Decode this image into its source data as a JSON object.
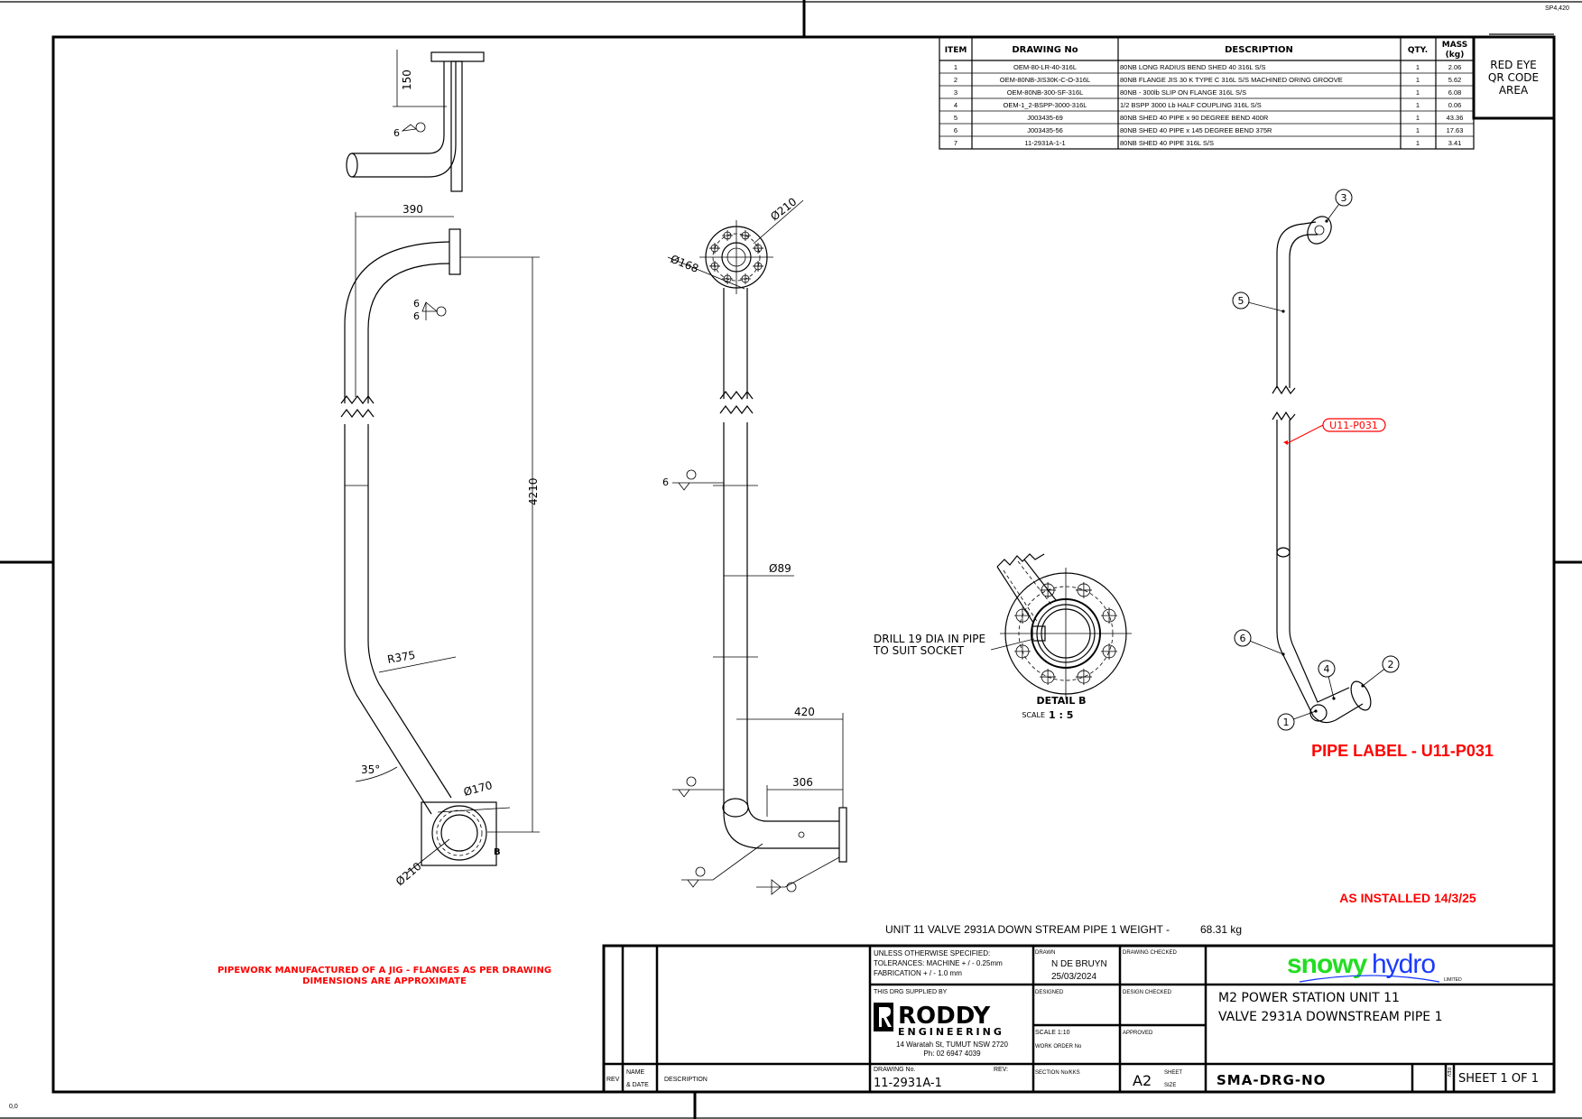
{
  "sheet": {
    "corner_ref": "SP4,420",
    "origin_label": "0,0"
  },
  "bom": {
    "headers": {
      "item": "ITEM",
      "drawing_no": "DRAWING No",
      "description": "DESCRIPTION",
      "qty": "QTY.",
      "mass": "MASS",
      "mass_unit": "(kg)"
    },
    "rows": [
      {
        "item": "1",
        "drawing_no": "OEM-80-LR-40-316L",
        "description": "80NB LONG RADIUS BEND SHED 40 316L S/S",
        "qty": "1",
        "mass": "2.06"
      },
      {
        "item": "2",
        "drawing_no": "OEM-80NB-JIS30K-C-O-316L",
        "description": "80NB FLANGE JIS 30 K TYPE C 316L S/S MACHINED ORING GROOVE",
        "qty": "1",
        "mass": "5.62"
      },
      {
        "item": "3",
        "drawing_no": "OEM-80NB-300-SF-316L",
        "description": "80NB - 300lb SLIP ON FLANGE 316L S/S",
        "qty": "1",
        "mass": "6.08"
      },
      {
        "item": "4",
        "drawing_no": "OEM-1_2-BSPP-3000-316L",
        "description": "1/2 BSPP 3000 Lb HALF COUPLING 316L S/S",
        "qty": "1",
        "mass": "0.06"
      },
      {
        "item": "5",
        "drawing_no": "J003435-69",
        "description": "80NB SHED 40 PIPE x 90 DEGREE BEND 400R",
        "qty": "1",
        "mass": "43.36"
      },
      {
        "item": "6",
        "drawing_no": "J003435-56",
        "description": "80NB SHED 40 PIPE x 145 DEGREE BEND 375R",
        "qty": "1",
        "mass": "17.63"
      },
      {
        "item": "7",
        "drawing_no": "11-2931A-1-1",
        "description": "80NB SHED 40 PIPE 316L S/S",
        "qty": "1",
        "mass": "3.41"
      }
    ]
  },
  "qr_area": {
    "line1": "RED EYE",
    "line2": "QR CODE",
    "line3": "AREA"
  },
  "views": {
    "top": {
      "dim_150": "150",
      "weld": "6"
    },
    "side": {
      "dim_390": "390",
      "dim_4210": "4210",
      "radius": "R375",
      "angle": "35°",
      "dia_170": "Ø170",
      "dia_210": "Ø210",
      "detail_ref": "B",
      "weld_a": "6",
      "weld_b": "6"
    },
    "front": {
      "dia_210": "Ø210",
      "dia_168": "Ø168",
      "dia_89": "Ø89",
      "dim_420": "420",
      "dim_306": "306",
      "weld": "6"
    },
    "detail_b": {
      "note_line1": "DRILL 19 DIA IN PIPE",
      "note_line2": "TO SUIT SOCKET",
      "title": "DETAIL B",
      "scale_label": "SCALE",
      "scale_value": "1 : 5"
    },
    "iso": {
      "balloons": [
        "1",
        "2",
        "3",
        "4",
        "5",
        "6"
      ],
      "pipe_tag": "U11-P031",
      "pipe_label": "PIPE LABEL - U11-P031"
    }
  },
  "notes": {
    "as_installed": "AS INSTALLED 14/3/25",
    "weight_text": "UNIT 11 VALVE 2931A DOWN STREAM PIPE 1 WEIGHT -",
    "weight_value": "68.31 kg",
    "jig_line1": "PIPEWORK MANUFACTURED OF A JIG - FLANGES AS PER DRAWING",
    "jig_line2": "DIMENSIONS ARE APPROXIMATE"
  },
  "title_block": {
    "rev_label": "REV",
    "name_label": "NAME",
    "date_label": "& DATE",
    "description_label": "DESCRIPTION",
    "tolerance1": "UNLESS OTHERWISE SPECIFIED:",
    "tolerance2": "TOLERANCES: MACHINE + / - 0.25mm",
    "tolerance3": "FABRICATION + / - 1.0 mm",
    "supplied_by": "THIS DRG SUPPLIED BY",
    "supplier_logo": "RODDY",
    "supplier_logo_sub": "ENGINEERING",
    "supplier_address": "14 Waratah St, TUMUT NSW 2720",
    "supplier_phone": "Ph: 02 6947 4039",
    "drawing_no_label": "DRAWING No.",
    "rev_short": "REV:",
    "drawing_no": "11-2931A-1",
    "drawn_label": "DRAWN",
    "drawn_by": "N DE BRUYN",
    "drawn_date": "25/03/2024",
    "drawing_checked_label": "DRAWING CHECKED",
    "designed_label": "DESIGNED",
    "design_checked_label": "DESIGN CHECKED",
    "scale_label": "SCALE  1:10",
    "work_order_label": "WORK ORDER No",
    "approved_label": "APPROVED",
    "section_label": "SECTION No/KKS",
    "sheet_size": "A2",
    "sheet_label": "SHEET",
    "size_label": "SIZE",
    "client_logo_a": "snowy",
    "client_logo_b": "hydro",
    "client_logo_sub": "LIMITED",
    "title1": "M2 POWER STATION UNIT 11",
    "title2": "VALVE 2931A DOWNSTREAM PIPE 1",
    "doc_no": "SMA-DRG-NO",
    "rev_vertical": "REV",
    "sheet_of": "SHEET 1 OF 1"
  },
  "colors": {
    "red": "#ff0000",
    "snowy_green": "#22dd22",
    "hydro_blue": "#1a3aff"
  }
}
